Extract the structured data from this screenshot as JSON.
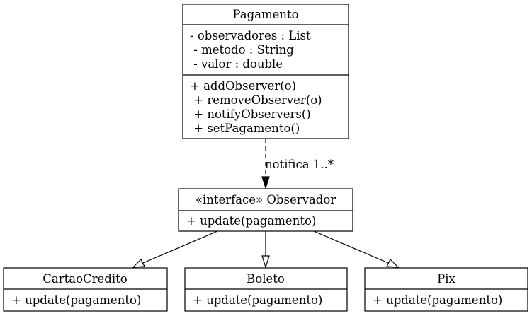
{
  "classes": {
    "pagamento": {
      "name": "Pagamento",
      "attributes": [
        "- observadores : List",
        " - metodo : String",
        " - valor : double"
      ],
      "methods": [
        "+ addObserver(o)",
        " + removeObserver(o)",
        " + notifyObservers()",
        " + setPagamento()"
      ]
    },
    "observador": {
      "name": "«interface» Observador",
      "methods": [
        "+ update(pagamento)"
      ]
    },
    "cartao": {
      "name": "CartaoCredito",
      "methods": [
        "+ update(pagamento)"
      ]
    },
    "boleto": {
      "name": "Boleto",
      "methods": [
        "+ update(pagamento)"
      ]
    },
    "pix": {
      "name": "Pix",
      "methods": [
        "+ update(pagamento)"
      ]
    }
  },
  "relations": {
    "notifica": {
      "label": "notifica 1..*"
    }
  }
}
